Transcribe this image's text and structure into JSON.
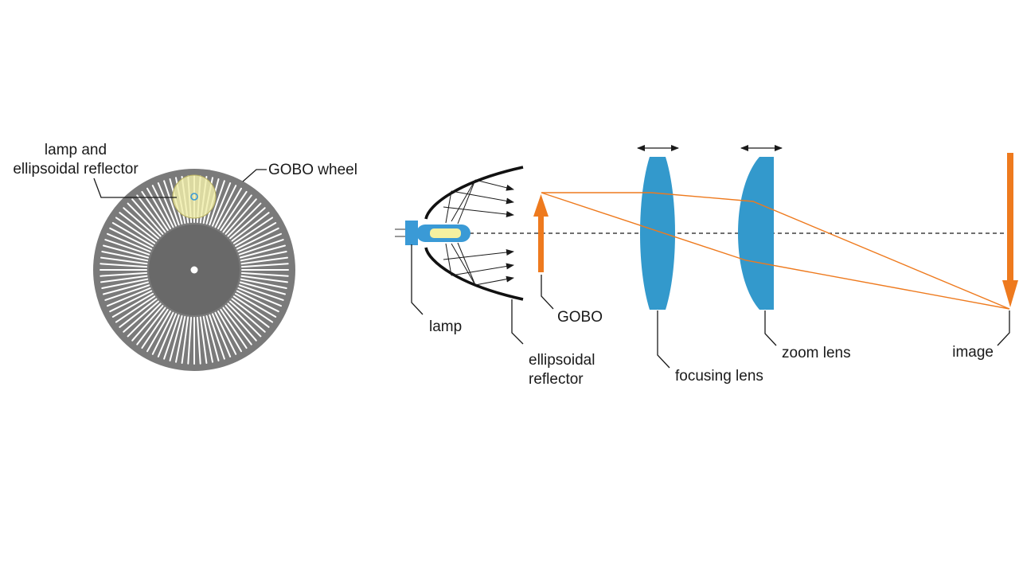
{
  "labels": {
    "wheel_lamp_line1": "lamp and",
    "wheel_lamp_line2": "ellipsoidal reflector",
    "gobo_wheel": "GOBO wheel",
    "lamp": "lamp",
    "reflector_line1": "ellipsoidal",
    "reflector_line2": "reflector",
    "gobo": "GOBO",
    "focusing_lens": "focusing lens",
    "zoom_lens": "zoom lens",
    "image": "image"
  },
  "colors": {
    "wheel_gray": "#7a7a7a",
    "wheel_hub": "#696969",
    "lens_blue": "#3399cc",
    "lamp_blue": "#3a9ad6",
    "filament_yellow": "#f4f0a0",
    "ray_orange": "#ee7a1e",
    "ink": "#1a1a1a",
    "lamp_highlight": "#f0eeaa"
  },
  "icons": {
    "wheel": "gobo-wheel-icon",
    "lamp": "lamp-icon",
    "reflector": "ellipsoidal-reflector-icon",
    "gobo_arrow": "up-arrow-icon",
    "image_arrow": "down-arrow-icon",
    "lens_move": "double-arrow-icon"
  }
}
